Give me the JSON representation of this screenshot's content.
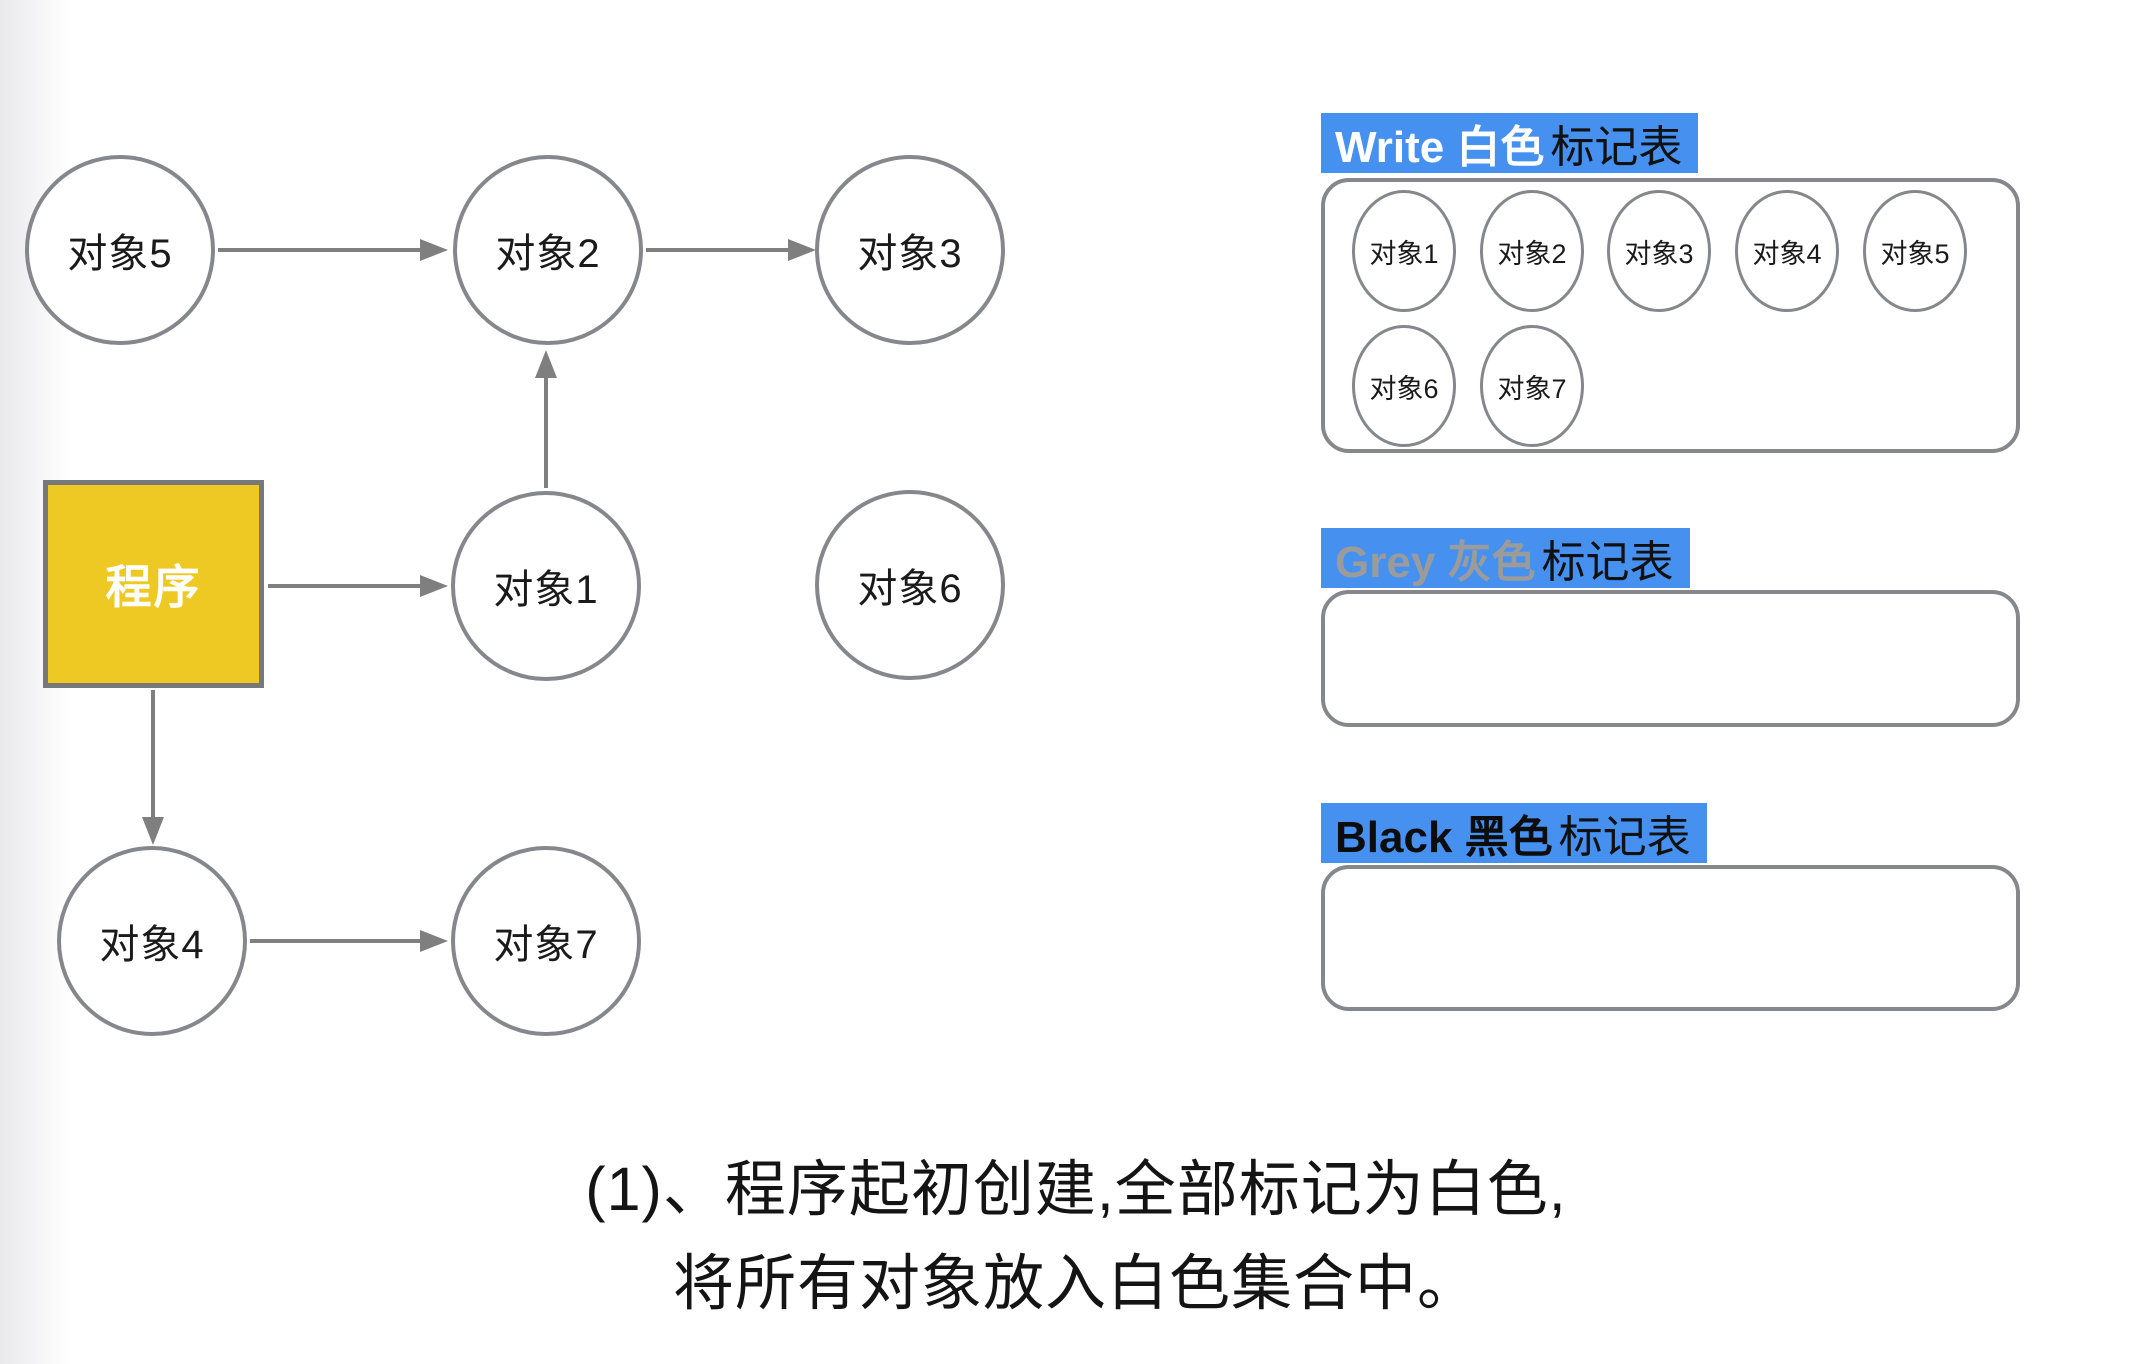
{
  "colors": {
    "header_blue": "#4691f0",
    "program_yellow": "#efc923",
    "node_border_grey": "#85878c",
    "arrow_grey": "#7f7f7f",
    "grey_title_text": "#9b9b9b"
  },
  "diagram": {
    "program_label": "程序",
    "nodes": {
      "obj1": "对象1",
      "obj2": "对象2",
      "obj3": "对象3",
      "obj4": "对象4",
      "obj5": "对象5",
      "obj6": "对象6",
      "obj7": "对象7"
    }
  },
  "tables": {
    "white": {
      "title_en": "Write 白色",
      "title_cn": "标记表",
      "items": [
        "对象1",
        "对象2",
        "对象3",
        "对象4",
        "对象5",
        "对象6",
        "对象7"
      ]
    },
    "grey": {
      "title_en": "Grey 灰色",
      "title_cn": "标记表",
      "items": []
    },
    "black": {
      "title_en": "Black 黑色",
      "title_cn": "标记表",
      "items": []
    }
  },
  "caption": {
    "line1": "(1)、程序起初创建,全部标记为白色,",
    "line2": "将所有对象放入白色集合中。"
  }
}
